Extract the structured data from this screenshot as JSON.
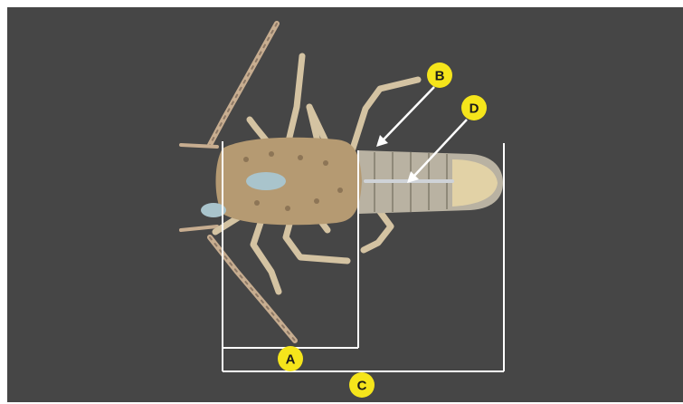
{
  "colors": {
    "page": "#ffffff",
    "panel": "#464646",
    "brackets": "#ffffff",
    "badge_fill": "#f5e51b",
    "badge_text": "#1a1a1a",
    "lobster_head": "#b59a72",
    "lobster_tail": "#b9b2a2",
    "lobster_legs": "#d4c3a2",
    "tail_tip": "#e2d2a6",
    "carapace_spot": "#a9c4cc"
  },
  "labels": {
    "a": "A",
    "b": "B",
    "c": "C",
    "d": "D"
  },
  "subject_icon": "spiny-lobster-icon"
}
